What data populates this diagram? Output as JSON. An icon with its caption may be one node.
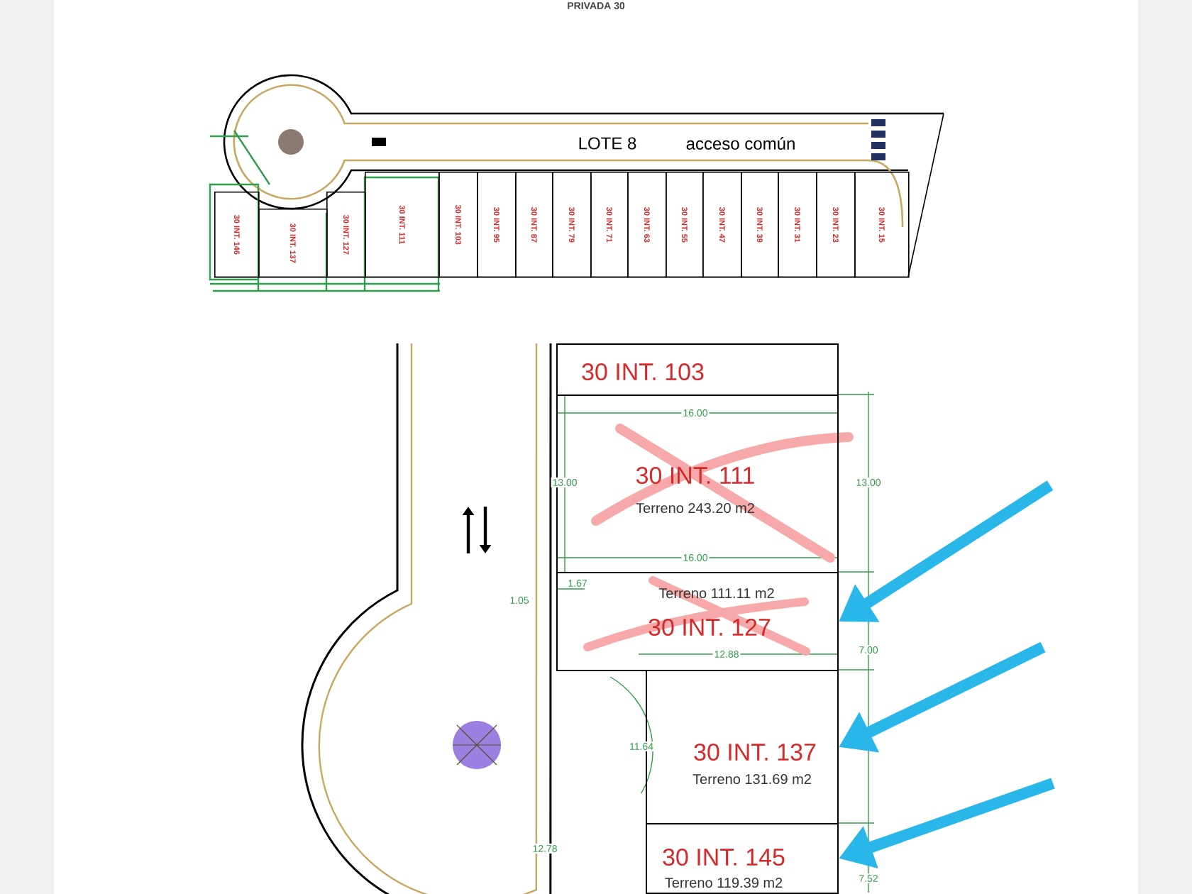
{
  "diagram": {
    "nodes": [
      {
        "text": [
          "30 INT. 146"
        ]
      },
      {
        "text": [
          "30 INT. 137"
        ]
      },
      {
        "text": [
          "30 INT. 127"
        ]
      },
      {
        "text": [
          "30 INT. 111"
        ]
      },
      {
        "text": [
          "30 INT. 103"
        ]
      },
      {
        "text": [
          "30 INT. 95"
        ]
      },
      {
        "text": [
          "30 INT. 87"
        ]
      },
      {
        "text": [
          "30 INT. 79"
        ]
      },
      {
        "text": [
          "30 INT. 71"
        ]
      },
      {
        "text": [
          "30 INT. 63"
        ]
      },
      {
        "text": [
          "30 INT. 55"
        ]
      },
      {
        "text": [
          "30 INT. 47"
        ]
      },
      {
        "text": [
          "30 INT. 39"
        ]
      },
      {
        "text": [
          "30 INT. 31"
        ]
      },
      {
        "text": [
          "30 INT. 23"
        ]
      },
      {
        "text": [
          "30 INT. 15"
        ]
      },
      {
        "text": [
          "30 INT. 103"
        ]
      },
      {
        "text": [
          "30 INT. 111",
          "Terreno 243.20 m2"
        ]
      },
      {
        "text": [
          "Terreno 111.11 m2",
          "30 INT. 127"
        ]
      },
      {
        "text": [
          "30 INT. 137",
          "Terreno 131.69 m2"
        ]
      },
      {
        "text": [
          "30 INT. 145",
          "Terreno 119.39 m2"
        ]
      }
    ],
    "edges": [
      {
        "from": null,
        "to": 18,
        "arrow": "to"
      },
      {
        "from": null,
        "to": 19,
        "arrow": "to"
      },
      {
        "from": null,
        "to": 20,
        "arrow": "to"
      }
    ],
    "labels": [
      "PRIVADA 30",
      "LOTE 8",
      "acceso común",
      "16.00",
      "13.00",
      "13.00",
      "16.00",
      "1.67",
      "7.00",
      "1.05",
      "12.88",
      "11.64",
      "12.78",
      "7.52"
    ]
  }
}
